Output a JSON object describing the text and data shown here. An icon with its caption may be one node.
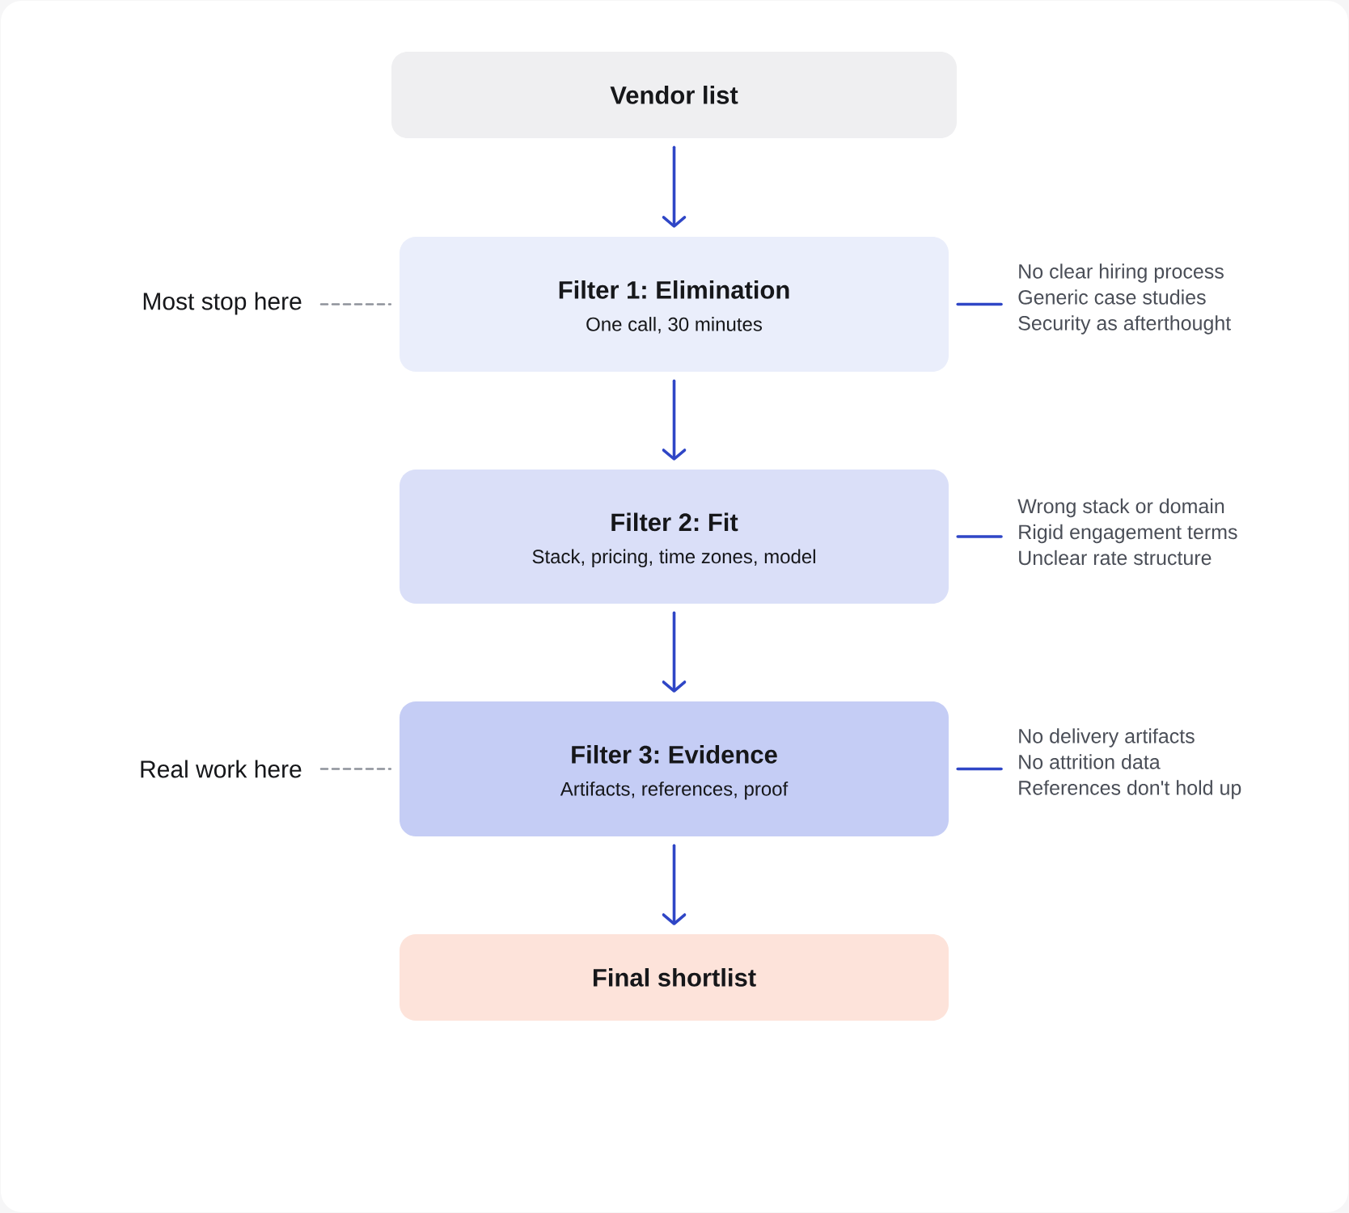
{
  "diagram": {
    "nodes": [
      {
        "text": [
          "Vendor list"
        ]
      },
      {
        "text": [
          "Filter 1: Elimination",
          "One call, 30 minutes"
        ]
      },
      {
        "text": [
          "Filter 2: Fit",
          "Stack, pricing, time zones, model"
        ]
      },
      {
        "text": [
          "Filter 3: Evidence",
          "Artifacts, references, proof"
        ]
      },
      {
        "text": [
          "Final shortlist"
        ]
      },
      {
        "text": [
          "Most stop here"
        ]
      },
      {
        "text": [
          "Real work here"
        ]
      },
      {
        "text": [
          "No clear hiring process",
          "Generic case studies",
          "Security as afterthought"
        ]
      },
      {
        "text": [
          "Wrong stack or domain",
          "Rigid engagement terms",
          "Unclear rate structure"
        ]
      },
      {
        "text": [
          "No delivery artifacts",
          "No attrition data",
          "References don't hold up"
        ]
      }
    ],
    "edges": [
      {
        "from": 0,
        "to": 1,
        "arrow": "to"
      },
      {
        "from": 1,
        "to": 2,
        "arrow": "to"
      },
      {
        "from": 2,
        "to": 3,
        "arrow": "to"
      },
      {
        "from": 3,
        "to": 4,
        "arrow": "to"
      },
      {
        "from": 5,
        "to": 1,
        "arrow": "none",
        "style": "dashed",
        "color": "#8e929b"
      },
      {
        "from": 6,
        "to": 3,
        "arrow": "none",
        "style": "dashed",
        "color": "#8e929b"
      },
      {
        "from": 1,
        "to": 7,
        "arrow": "none"
      },
      {
        "from": 2,
        "to": 8,
        "arrow": "none"
      },
      {
        "from": 3,
        "to": 9,
        "arrow": "none"
      }
    ]
  }
}
